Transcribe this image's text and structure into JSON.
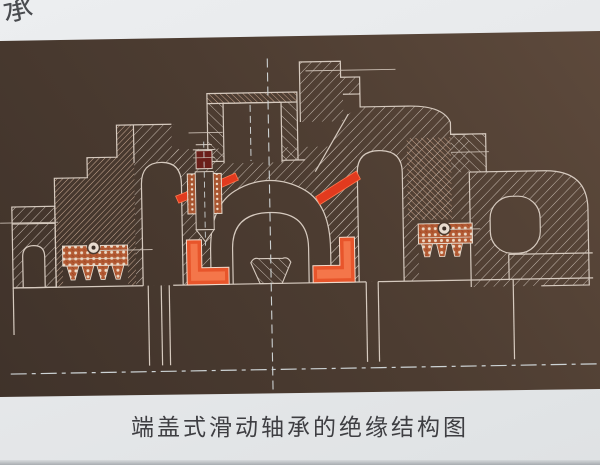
{
  "page": {
    "caption": "端盖式滑动轴承的绝缘结构图",
    "top_left_partial_text": "承"
  },
  "figure": {
    "kind": "technical cross-section drawing of an end-cover sliding bearing with insulation parts highlighted",
    "colors": {
      "paper": "#e8eaec",
      "plate_background": "#4e3d32",
      "drawing_lines": "#d6cabf",
      "insulation_highlight_red": "#e23a1e",
      "insulation_pad_orange": "#e8552b",
      "seal_texture_orange": "#b55c33",
      "caption_text": "#3e3e42"
    }
  }
}
